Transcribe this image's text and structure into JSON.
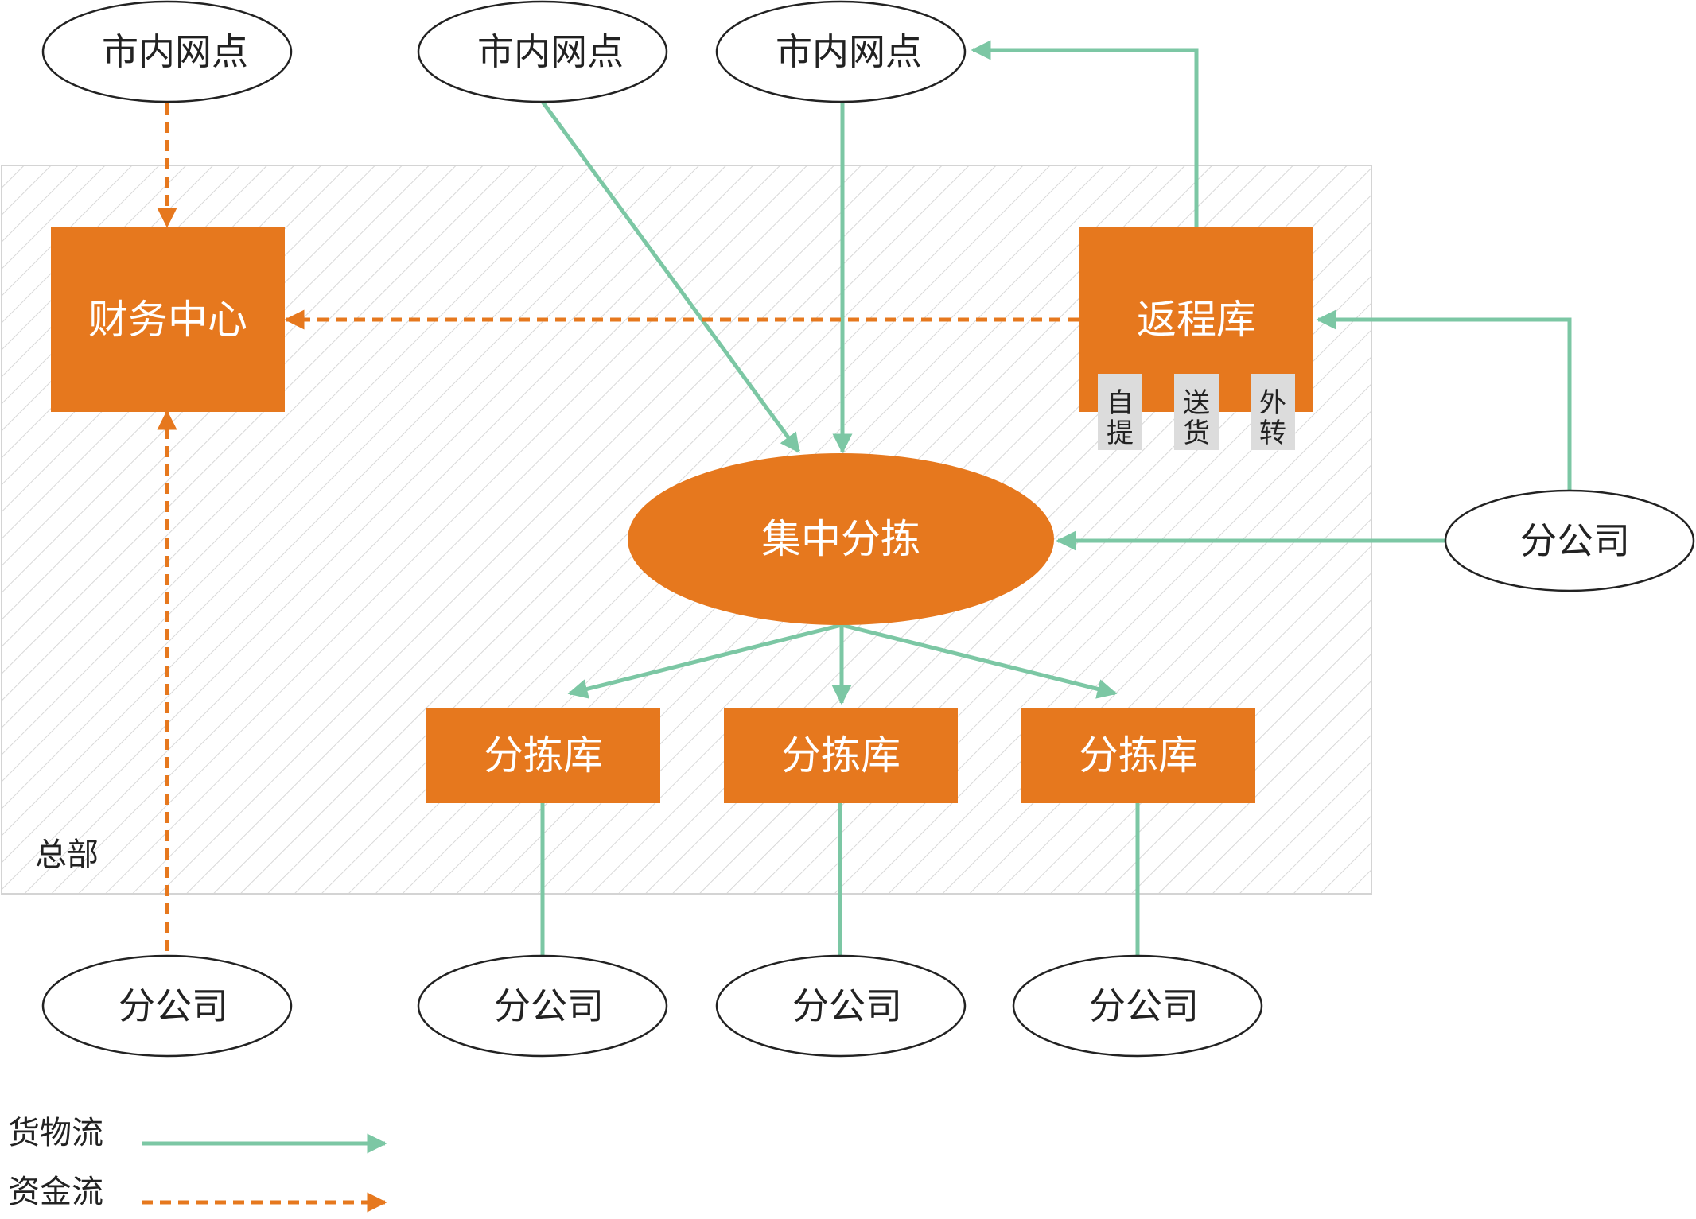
{
  "headquarters": {
    "label": "总部"
  },
  "city_outlets": [
    {
      "label": "市内网点"
    },
    {
      "label": "市内网点"
    },
    {
      "label": "市内网点"
    }
  ],
  "finance_center": {
    "label": "财务中心"
  },
  "return_warehouse": {
    "label": "返程库",
    "options": [
      {
        "label": "自\n提"
      },
      {
        "label": "送\n货"
      },
      {
        "label": "外\n转"
      }
    ]
  },
  "central_sorting": {
    "label": "集中分拣"
  },
  "sorting_warehouses": [
    {
      "label": "分拣库"
    },
    {
      "label": "分拣库"
    },
    {
      "label": "分拣库"
    }
  ],
  "branch_right": {
    "label": "分公司"
  },
  "branches_bottom": [
    {
      "label": "分公司"
    },
    {
      "label": "分公司"
    },
    {
      "label": "分公司"
    },
    {
      "label": "分公司"
    }
  ],
  "legend": {
    "goods_flow": "货物流",
    "money_flow": "资金流"
  },
  "colors": {
    "orange": "#E6781E",
    "green": "#7CC7A4",
    "hatch": "#D8D8D8",
    "badge": "#DCDCDC"
  }
}
